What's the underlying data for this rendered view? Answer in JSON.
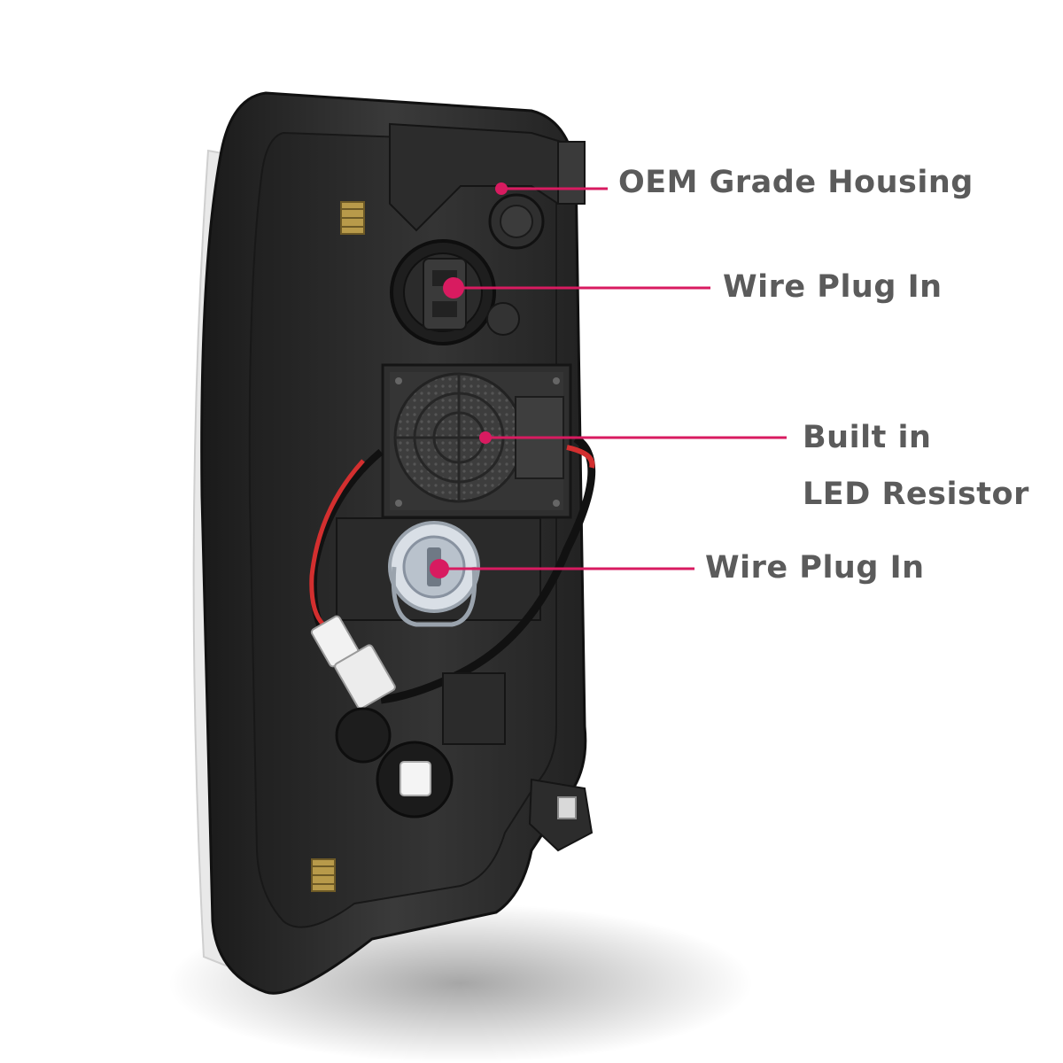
{
  "colors": {
    "accent": "#d81b60",
    "label_text": "#5b5b5b",
    "housing": "#2a2a2a",
    "wire_red": "#d32f2f"
  },
  "callouts": [
    {
      "id": "oem-grade-housing",
      "lines": [
        "OEM Grade Housing"
      ]
    },
    {
      "id": "wire-plug-in-top",
      "lines": [
        "Wire Plug In"
      ]
    },
    {
      "id": "built-in-led-resistor",
      "lines": [
        "Built in",
        "LED Resistor"
      ]
    },
    {
      "id": "wire-plug-in-bottom",
      "lines": [
        "Wire Plug In"
      ]
    }
  ]
}
